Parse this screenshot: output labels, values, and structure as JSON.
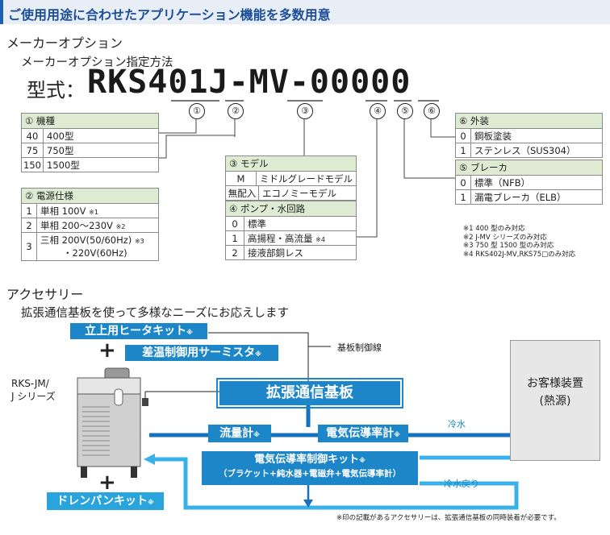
{
  "banner": {
    "title": "ご使用用途に合わせたアプリケーション機能を多数用意"
  },
  "maker_option": {
    "heading": "メーカーオプション",
    "subheading": "メーカーオプション指定方法",
    "model_label": "型式：",
    "model_code": "RKS401J-MV-00000",
    "circles": [
      "①",
      "②",
      "③",
      "④",
      "⑤",
      "⑥"
    ]
  },
  "table1": {
    "header": "① 機種",
    "rows": [
      [
        "40",
        "400型"
      ],
      [
        "75",
        "750型"
      ],
      [
        "150",
        "1500型"
      ]
    ]
  },
  "table2": {
    "header": "② 電源仕様",
    "rows": [
      [
        "1",
        "単相 100V",
        "※1"
      ],
      [
        "2",
        "単相 200～230V",
        "※2"
      ],
      [
        "3",
        "三相 200V(50/60Hz)",
        "※3"
      ]
    ],
    "row3_line2": "・220V(60Hz)"
  },
  "table3": {
    "header": "③ モデル",
    "rows": [
      [
        "M",
        "ミドルグレードモデル"
      ],
      [
        "無配入",
        "エコノミーモデル"
      ]
    ]
  },
  "table4": {
    "header": "④ ポンプ・水回路",
    "rows": [
      [
        "0",
        "標準",
        ""
      ],
      [
        "1",
        "高揚程・高流量",
        "※4"
      ],
      [
        "2",
        "接液部銅レス",
        ""
      ]
    ]
  },
  "table5": {
    "header": "⑤ ブレーカ",
    "rows": [
      [
        "0",
        "標準（NFB）"
      ],
      [
        "1",
        "漏電ブレーカ（ELB）"
      ]
    ]
  },
  "table6": {
    "header": "⑥ 外装",
    "rows": [
      [
        "0",
        "鋼板塗装"
      ],
      [
        "1",
        "ステンレス（SUS304）"
      ]
    ]
  },
  "notes": [
    "※1 400 型のみ対応",
    "※2 J-MV シリーズのみ対応",
    "※3 750 型 1500 型のみ対応",
    "※4 RKS402J-MV,RKS75□のみ対応"
  ],
  "accessory": {
    "heading": "アクセサリー",
    "subheading": "拡張通信基板を使って多様なニーズにお応えします",
    "heater_kit": "立上用ヒータキット",
    "thermistor": "差温制御用サーミスタ",
    "plus": "+",
    "machine_label_line1": "RKS-JM/",
    "machine_label_line2": "J シリーズ",
    "board_line": "基板制御線",
    "board": "拡張通信基板",
    "flow_meter": "流量計",
    "conductivity_meter": "電気伝導率計",
    "cold_water": "冷水",
    "cold_return": "冷水戻り",
    "control_kit_line1": "電気伝導率制御キット",
    "control_kit_line2": "（ブラケット+純水器+電磁弁+電気伝導率計）",
    "customer_line1": "お客様装置",
    "customer_line2": "(熱源)",
    "drain_kit": "ドレンパンキット",
    "mark": "※",
    "footnote": "※印の記載があるアクセサリーは、拡張通信基板の同時装着が必要です。"
  },
  "colors": {
    "banner_bg": "#e8eef6",
    "banner_text": "#1d4e9a",
    "table_header": "#dcebd2",
    "accessory_blue": "#1c86c9",
    "pipe_dark": "#1670c0",
    "pipe_light": "#39b0e6"
  }
}
